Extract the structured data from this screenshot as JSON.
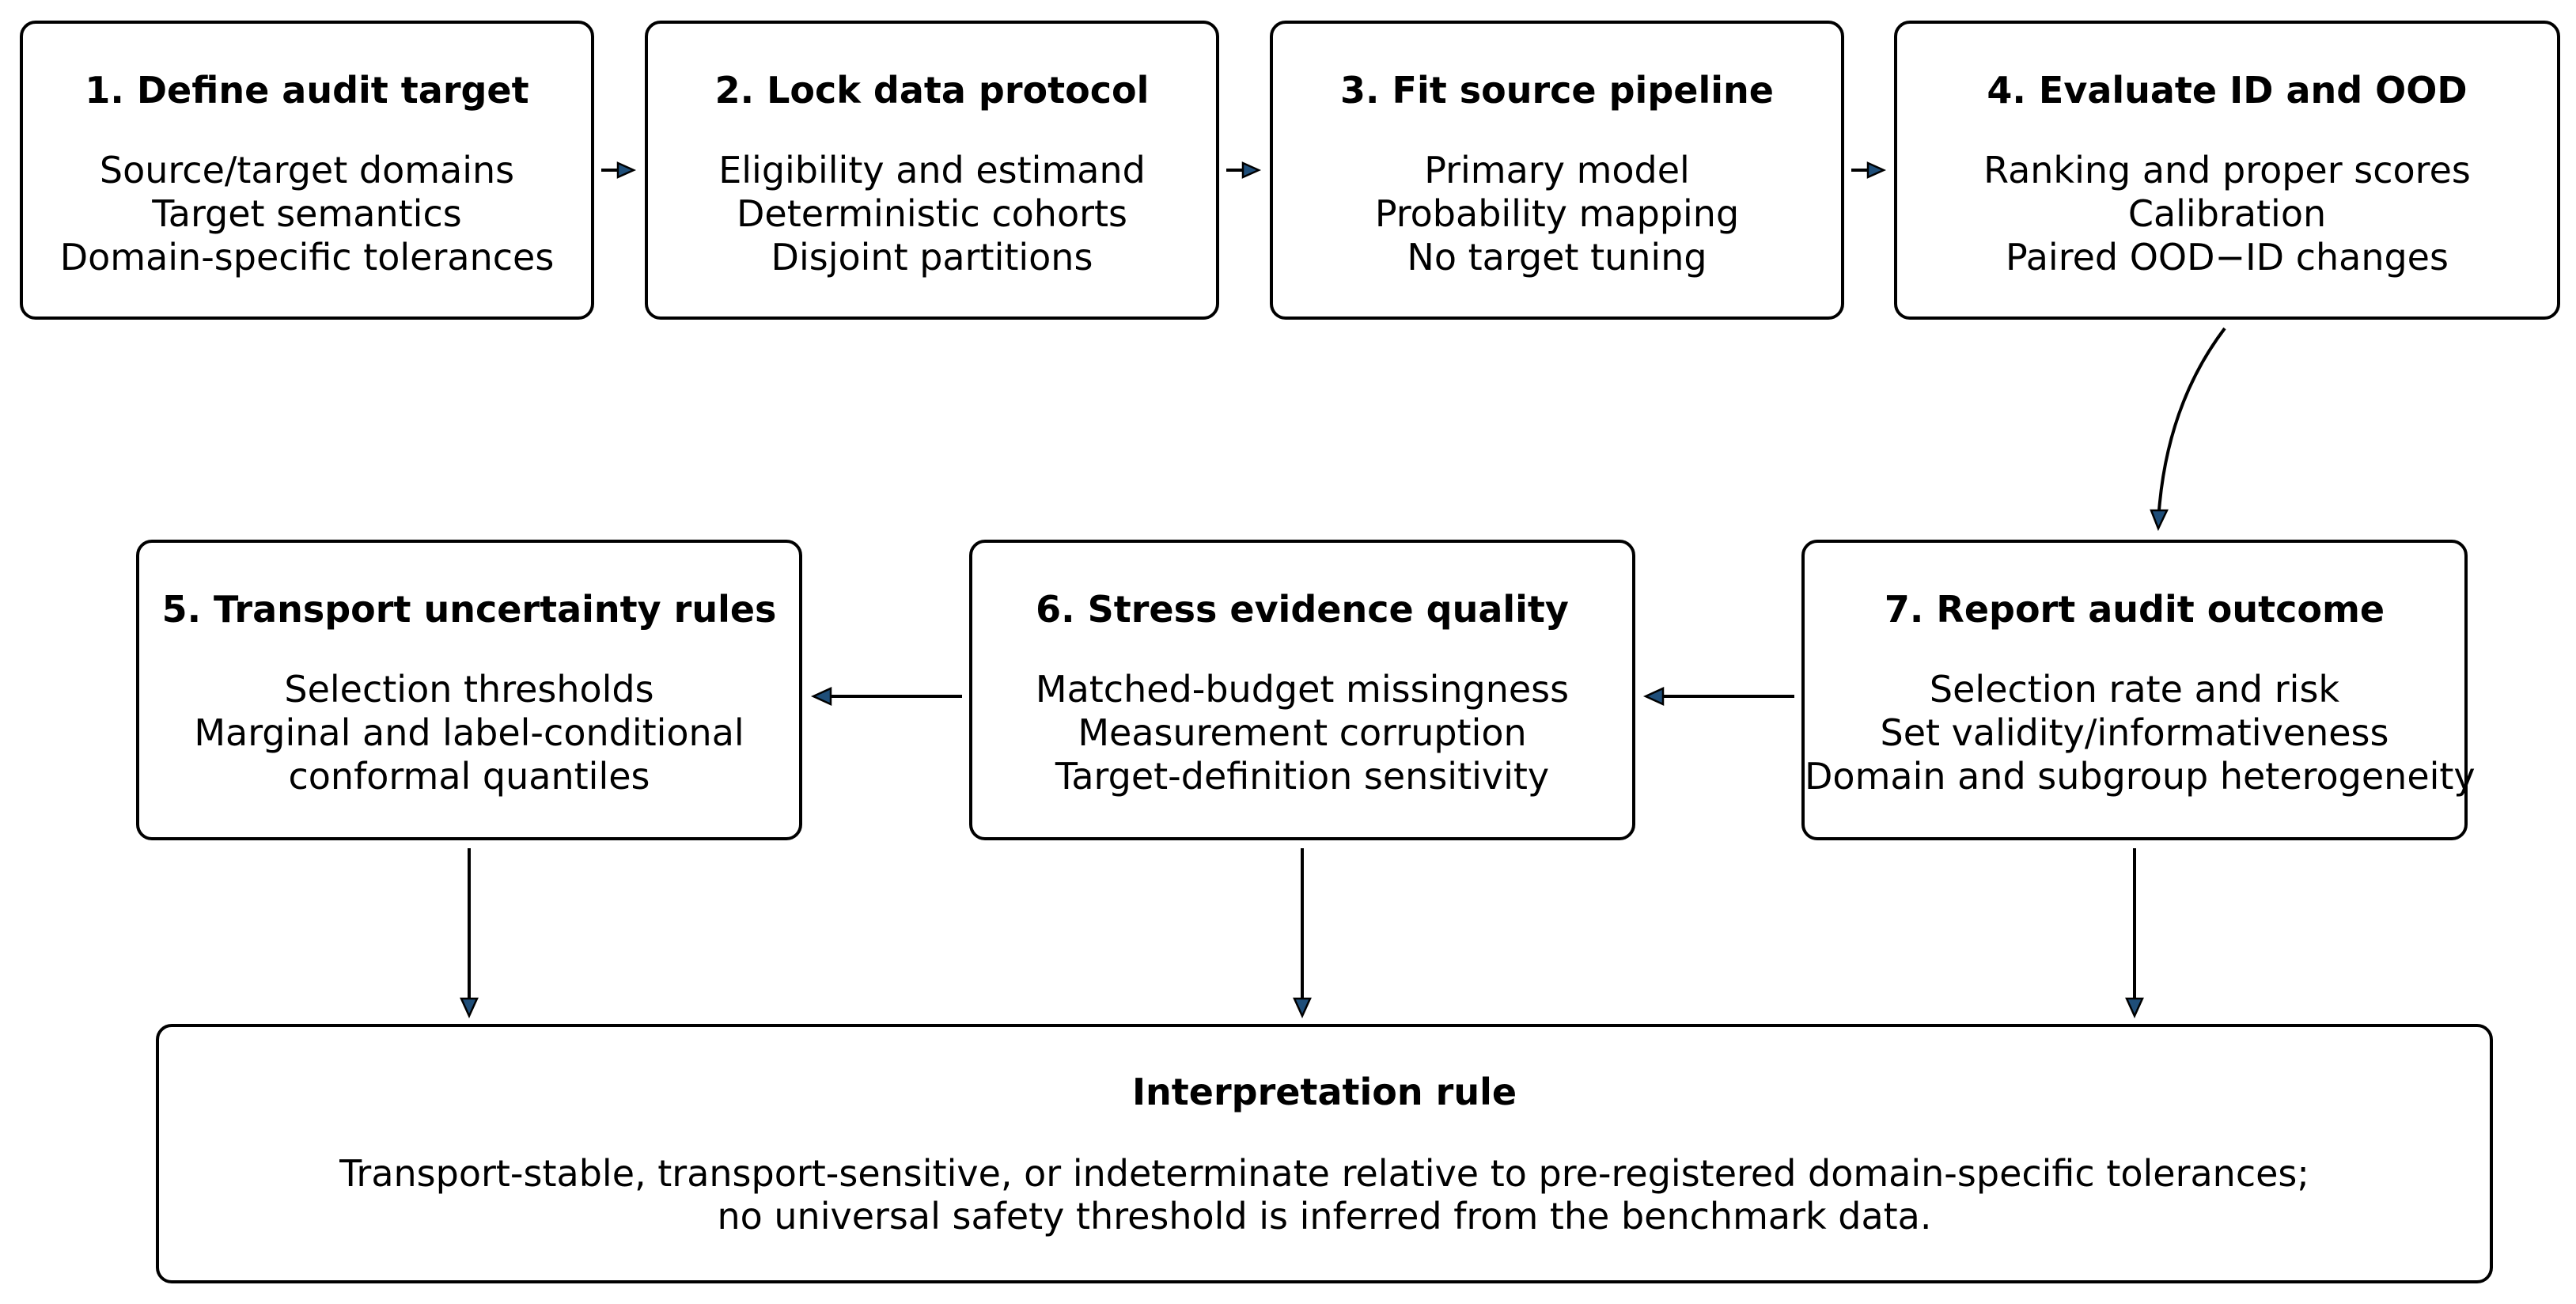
{
  "steps": [
    {
      "title": "1. Define audit target",
      "lines": [
        "Source/target domains",
        "Target semantics",
        "Domain-specific tolerances"
      ]
    },
    {
      "title": "2. Lock data protocol",
      "lines": [
        "Eligibility and estimand",
        "Deterministic cohorts",
        "Disjoint partitions"
      ]
    },
    {
      "title": "3. Fit source pipeline",
      "lines": [
        "Primary model",
        "Probability mapping",
        "No target tuning"
      ]
    },
    {
      "title": "4. Evaluate ID and OOD",
      "lines": [
        "Ranking and proper scores",
        "Calibration",
        "Paired OOD−ID changes"
      ]
    },
    {
      "title": "5. Transport uncertainty rules",
      "lines": [
        "Selection thresholds",
        "Marginal and label-conditional",
        "conformal quantiles"
      ]
    },
    {
      "title": "6. Stress evidence quality",
      "lines": [
        "Matched-budget missingness",
        "Measurement corruption",
        "Target-definition sensitivity"
      ]
    },
    {
      "title": "7. Report audit outcome",
      "lines": [
        "Selection rate and risk",
        "Set validity/informativeness",
        "Domain and subgroup heterogeneity"
      ]
    }
  ],
  "interpretation": {
    "title": "Interpretation rule",
    "lines": [
      "Transport-stable, transport-sensitive, or indeterminate relative to pre-registered domain-specific tolerances;",
      "no universal safety threshold is inferred from the benchmark data."
    ]
  },
  "colors": {
    "arrowhead_fill": "#1f4e79",
    "border": "#000000",
    "background": "#ffffff"
  }
}
